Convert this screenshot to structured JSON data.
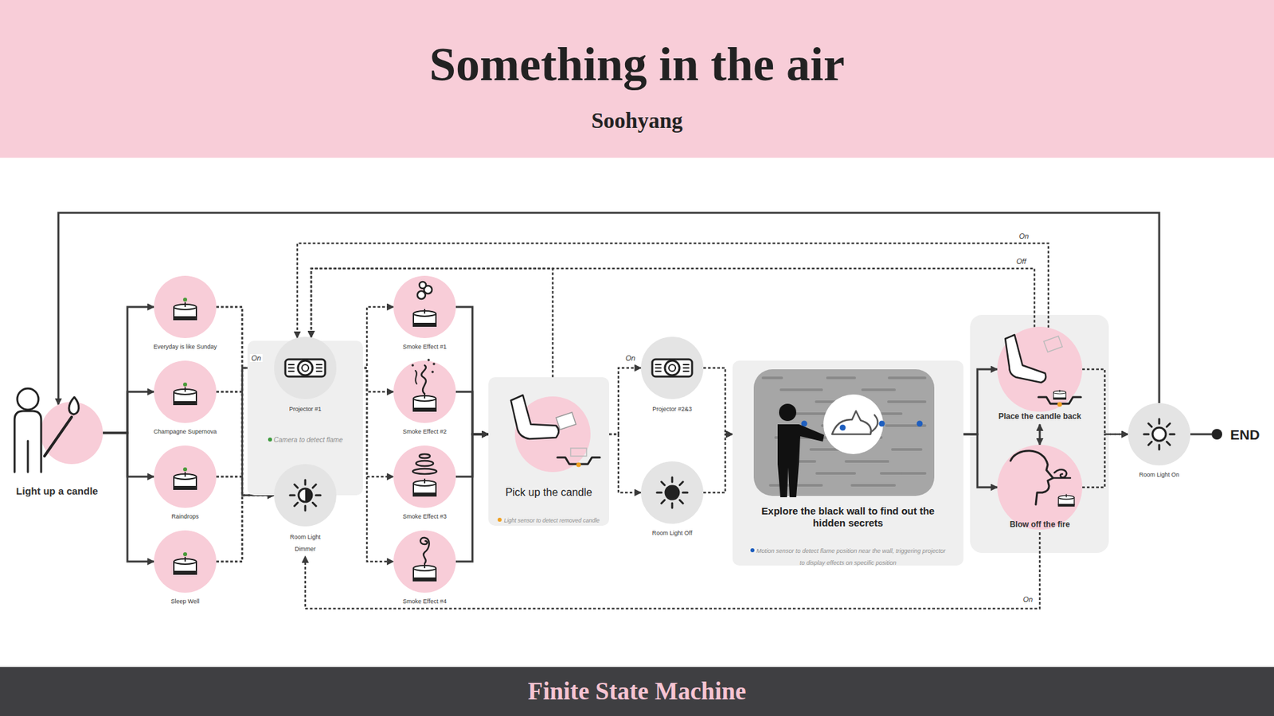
{
  "diagram": {
    "title": "Something in the air",
    "caption": "Finite State Machine",
    "nodes": [
      {
        "text": [
          "Light up a candle"
        ]
      },
      {
        "text": [
          "Everyday is like Sunday"
        ]
      },
      {
        "text": [
          "Champagne Supernova"
        ]
      },
      {
        "text": [
          "Raindrops"
        ]
      },
      {
        "text": [
          "Sleep Well"
        ]
      },
      {
        "text": [
          "Camera to detect flame"
        ]
      },
      {
        "text": [
          "Projector #1"
        ],
        "in": 5
      },
      {
        "text": [
          "Room Light Dimmer"
        ]
      },
      {
        "text": [
          "Smoke Effect #1"
        ]
      },
      {
        "text": [
          "Smoke Effect #2"
        ]
      },
      {
        "text": [
          "Smoke Effect #3"
        ]
      },
      {
        "text": [
          "Smoke Effect #4"
        ]
      },
      {
        "text": [
          "Pick up the candle",
          "Light sensor to detect removed candle"
        ]
      },
      {
        "text": [
          "Projector #2&3"
        ]
      },
      {
        "text": [
          "Room Light Off"
        ]
      },
      {
        "text": [
          "Explore the black wall to find out the hidden secrets",
          "Motion sensor to detect flame position near the wall, triggering projector to display effects on specific position"
        ]
      },
      {
        "text": [
          "Place the candle back"
        ]
      },
      {
        "text": [
          "Blow off the fire"
        ]
      },
      {
        "text": [
          "Room Light On"
        ]
      },
      {
        "text": [
          "END"
        ]
      }
    ],
    "edges": [
      {
        "from": 0,
        "to": 1,
        "arrow": "to"
      },
      {
        "from": 0,
        "to": 2,
        "arrow": "to"
      },
      {
        "from": 0,
        "to": 3,
        "arrow": "to"
      },
      {
        "from": 0,
        "to": 4,
        "arrow": "to"
      },
      {
        "from": 1,
        "to": 6,
        "arrow": "to",
        "label": "On"
      },
      {
        "from": 2,
        "to": 6,
        "arrow": "to"
      },
      {
        "from": 3,
        "to": 6,
        "arrow": "to"
      },
      {
        "from": 4,
        "to": 6,
        "arrow": "to"
      },
      {
        "from": 1,
        "to": 7,
        "arrow": "to"
      },
      {
        "from": 2,
        "to": 7,
        "arrow": "to"
      },
      {
        "from": 3,
        "to": 7,
        "arrow": "to"
      },
      {
        "from": 4,
        "to": 7,
        "arrow": "to"
      },
      {
        "from": 6,
        "to": 8,
        "arrow": "to"
      },
      {
        "from": 6,
        "to": 9,
        "arrow": "to"
      },
      {
        "from": 6,
        "to": 10,
        "arrow": "to"
      },
      {
        "from": 6,
        "to": 11,
        "arrow": "to"
      },
      {
        "from": 8,
        "to": 12,
        "arrow": "to"
      },
      {
        "from": 9,
        "to": 12,
        "arrow": "to"
      },
      {
        "from": 10,
        "to": 12,
        "arrow": "to"
      },
      {
        "from": 11,
        "to": 12,
        "arrow": "to"
      },
      {
        "from": 12,
        "to": 6,
        "arrow": "to"
      },
      {
        "from": 12,
        "to": 13,
        "arrow": "to",
        "label": "On"
      },
      {
        "from": 12,
        "to": 14,
        "arrow": "to"
      },
      {
        "from": 13,
        "to": 15,
        "arrow": "to"
      },
      {
        "from": 14,
        "to": 15,
        "arrow": "to"
      },
      {
        "from": 15,
        "to": 16,
        "arrow": "to"
      },
      {
        "from": 15,
        "to": 17,
        "arrow": "to"
      },
      {
        "from": 16,
        "to": 17,
        "arrow": "both"
      },
      {
        "from": 16,
        "to": 18,
        "arrow": "to"
      },
      {
        "from": 17,
        "to": 18,
        "arrow": "to"
      },
      {
        "from": 18,
        "to": 0,
        "arrow": "to"
      },
      {
        "from": 18,
        "to": 19,
        "arrow": "none"
      },
      {
        "from": 16,
        "to": 6,
        "arrow": "to",
        "label": "On"
      },
      {
        "from": 16,
        "to": 6,
        "arrow": "to",
        "label": "Off"
      },
      {
        "from": 17,
        "to": 7,
        "arrow": "to",
        "label": "On"
      }
    ],
    "labels": [
      "Soohyang"
    ]
  }
}
